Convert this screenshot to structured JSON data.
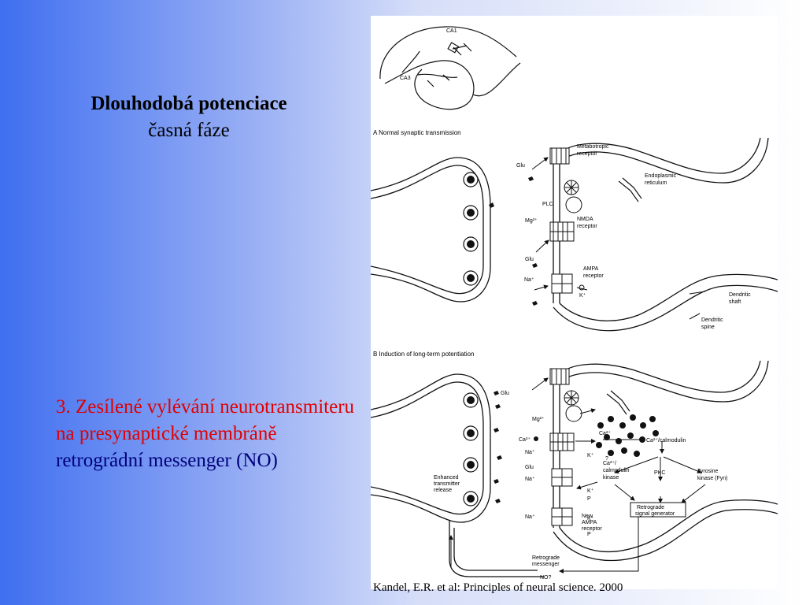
{
  "slide": {
    "title": "Dlouhodobá potenciace",
    "subtitle": "časná fáze",
    "body": {
      "red_part": "3. Zesílené vylévání neurotransmiteru na presynaptické membráně",
      "blue_part": "retrográdní messenger (NO)"
    },
    "caption": "Kandel, E.R. et al: Principles of neural science. 2000"
  },
  "figure": {
    "hippo": {
      "ca1": "CA1",
      "ca3": "CA3"
    },
    "panel_a": {
      "heading": "A Normal synaptic transmission",
      "labels": {
        "glu": "Glu",
        "metabotropic1": "Metabotropic",
        "metabotropic2": "receptor",
        "er1": "Endoplasmic",
        "er2": "reticulum",
        "plc": "PLC",
        "mg": "Mg²⁺",
        "nmda1": "NMDA",
        "nmda2": "receptor",
        "glu2": "Glu",
        "ampa1": "AMPA",
        "ampa2": "receptor",
        "na": "Na⁺",
        "k": "K⁺",
        "shaft1": "Dendritic",
        "shaft2": "shaft",
        "spine1": "Dendritic",
        "spine2": "spine"
      }
    },
    "panel_b": {
      "heading": "B Induction of long-term potentiation",
      "labels": {
        "glu": "Glu",
        "mg": "Mg²⁺",
        "ca": "Ca²⁺",
        "na1": "Na⁺",
        "k1": "K⁺",
        "glu2": "Glu",
        "na2": "Na⁺",
        "k2": "K⁺",
        "na3": "Na⁺",
        "k3": "K⁺",
        "ca_small": "Ca²⁺",
        "cacalm": "Ca²⁺/calmodulin",
        "camk1": "Ca²⁺/",
        "camk2": "calmodulin",
        "camk3": "kinase",
        "pkc": "PKC",
        "tyr1": "Tyrosine",
        "tyr2": "kinase (Fyn)",
        "q": "?",
        "rsg1": "Retrograde",
        "rsg2": "signal generator",
        "etr1": "Enhanced",
        "etr2": "transmitter",
        "etr3": "release",
        "p1": "P",
        "p2": "P",
        "newampa1": "New",
        "newampa2": "AMPA",
        "newampa3": "receptor",
        "rm1": "Retrograde",
        "rm2": "messenger",
        "no": "NO?"
      }
    }
  }
}
